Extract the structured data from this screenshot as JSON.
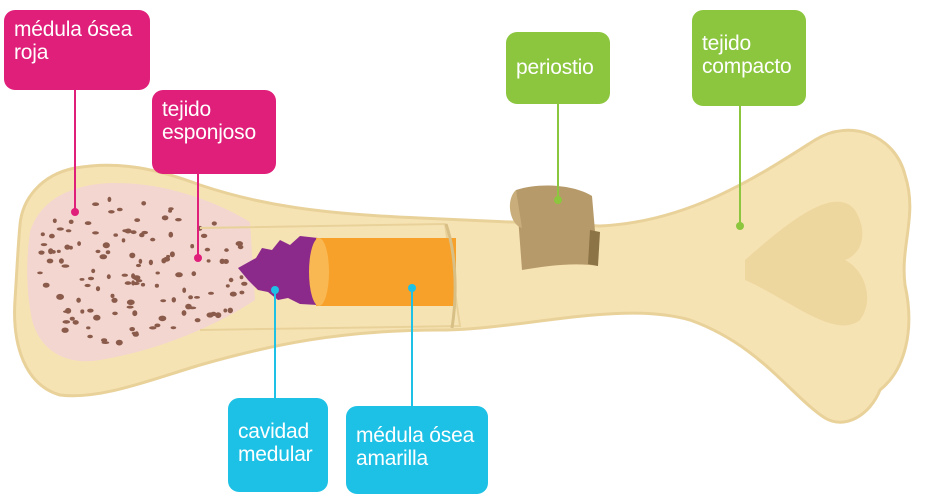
{
  "labels": {
    "medula_roja": {
      "line1": "médula ósea",
      "line2": "roja"
    },
    "tejido_esponjoso": {
      "line1": "tejido",
      "line2": "esponjoso"
    },
    "periostio": {
      "line1": "periostio"
    },
    "tejido_compacto": {
      "line1": "tejido",
      "line2": "compacto"
    },
    "cavidad_medular": {
      "line1": "cavidad",
      "line2": "medular"
    },
    "medula_amarilla": {
      "line1": "médula ósea",
      "line2": "amarilla"
    }
  },
  "colors": {
    "pink": "#e01f7a",
    "green": "#8cc63f",
    "cyan": "#1ec1e6",
    "bone": "#f6e3b4",
    "bone_outline": "#e9d19a",
    "spongy": "#f2d6cf",
    "spongy_dots": "#8a5a4a",
    "cavity": "#8b2a8b",
    "yellow_marrow": "#f7a02a",
    "periosteum": "#b79a6a"
  }
}
